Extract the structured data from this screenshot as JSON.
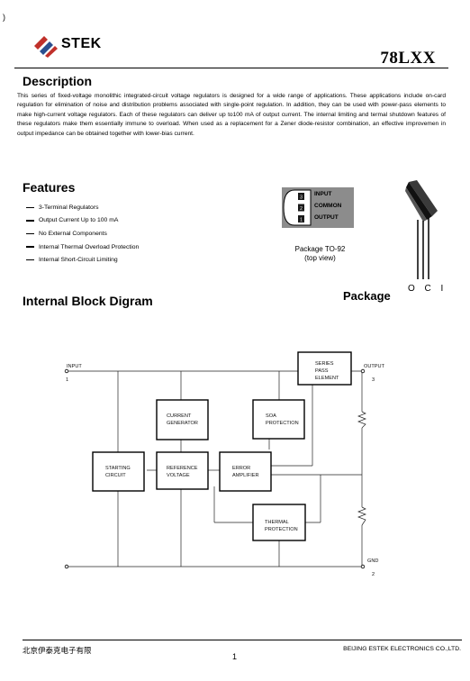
{
  "header": {
    "stray_mark": ")",
    "logo_text": "STEK",
    "part_number": "78LXX",
    "brand_colors": {
      "red": "#c0302a",
      "blue": "#2a4f8f"
    }
  },
  "description": {
    "heading": "Description",
    "body": "This series of fixed-voltage monolithic integrated-circuit voltage regulators is designed for a wide range of applications. These applications include on-card regulation for elimination of noise and distribution problems associated with single-point regulation. In addition, they can be used with power-pass elements to make high-current voltage regulators. Each of these regulators can deliver up to100 mA of output current. The internal limiting and termal shutdown features of these regulators make them essentially immune to overload. When used as a replacement for a Zener diode-resistor combination, an effective improvemen in output impedance can be obtained together with lower-bias current."
  },
  "features": {
    "heading": "Features",
    "items": [
      "3-Terminal Regulators",
      "Output Current Up to 100 mA",
      "No External Components",
      "Internal Thermal Overload Protection",
      "Internal Short-Circuit Limiting"
    ]
  },
  "package_pins": {
    "labels": [
      "INPUT",
      "COMMON",
      "OUTPUT"
    ],
    "caption_line1": "Package TO-92",
    "caption_line2": "(top view)",
    "heading": "Package",
    "oci": "O C I"
  },
  "block_diagram": {
    "heading": "Internal Block Digram",
    "input_label": "INPUT",
    "input_pin": "1",
    "output_label": "OUTPUT",
    "output_pin": "3",
    "gnd_label": "GND",
    "gnd_pin": "2",
    "blocks": {
      "series_pass": [
        "SERIES",
        "PASS",
        "ELEMENT"
      ],
      "current_gen": [
        "CURRENT",
        "GENERATOR"
      ],
      "soa": [
        "SOA",
        "PROTECTION"
      ],
      "starting": [
        "STARTING",
        "CIRCUIT"
      ],
      "reference": [
        "REFERENCE",
        "VOLTAGE"
      ],
      "error_amp": [
        "ERROR",
        "AMPLIFIER"
      ],
      "thermal": [
        "THERMAL",
        "PROTECTION"
      ]
    }
  },
  "footer": {
    "left": "北京伊泰克电子有限",
    "right": "BEIJING ESTEK ELECTRONICS CO.,LTD.",
    "page": "1"
  }
}
